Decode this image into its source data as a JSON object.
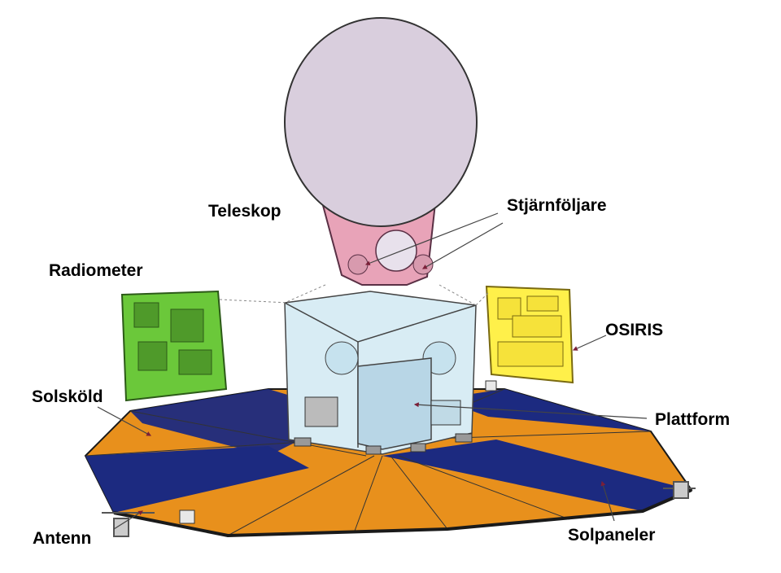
{
  "labels": {
    "teleskop": "Teleskop",
    "stjarnfoljare": "Stjärnföljare",
    "radiometer": "Radiometer",
    "osiris": "OSIRIS",
    "solskold": "Solsköld",
    "plattform": "Plattform",
    "antenn": "Antenn",
    "solpaneler": "Solpaneler"
  },
  "colors": {
    "telescope_dish": "#d9cedd",
    "telescope_mount": "#e8a3b8",
    "radiometer": "#6bc83a",
    "osiris": "#fff04a",
    "platform": "#c6e2ee",
    "panel_orange": "#e8901c",
    "panel_blue": "#1c2a80",
    "arrow": "#7a1f38"
  },
  "icons": [
    "pointer-arrow-icon"
  ]
}
